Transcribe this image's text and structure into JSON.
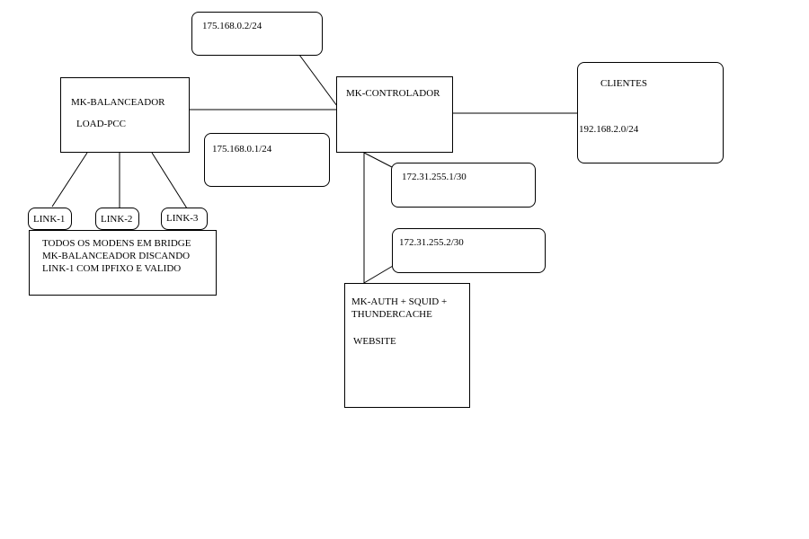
{
  "nodes": {
    "balanceador": {
      "name": "MK-BALANCEADOR",
      "sub": "LOAD-PCC"
    },
    "controlador": {
      "name": "MK-CONTROLADOR"
    },
    "clientes": {
      "name": "CLIENTES",
      "network": "192.168.2.0/24"
    },
    "auth": {
      "line1": "MK-AUTH + SQUID +",
      "line2": "THUNDERCACHE",
      "line3": "WEBSITE"
    }
  },
  "labels": {
    "ip_175_2": "175.168.0.2/24",
    "ip_175_1": "175.168.0.1/24",
    "ip_172_1": "172.31.255.1/30",
    "ip_172_2": "172.31.255.2/30"
  },
  "links": [
    "LINK-1",
    "LINK-2",
    "LINK-3"
  ],
  "note": {
    "line1": "TODOS OS MODENS EM BRIDGE",
    "line2": "MK-BALANCEADOR DISCANDO",
    "line3": "LINK-1 COM IPFIXO E VALIDO"
  }
}
